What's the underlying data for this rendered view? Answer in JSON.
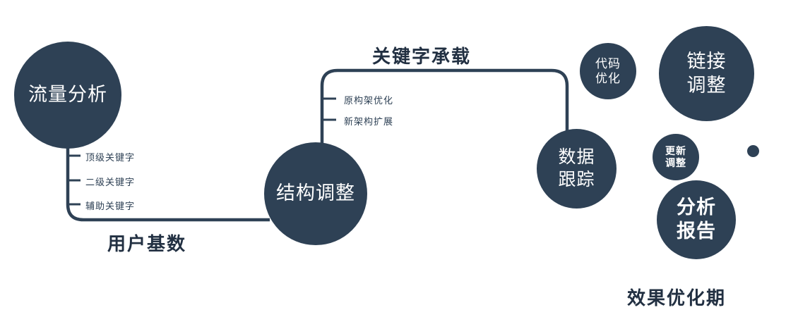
{
  "colors": {
    "node_fill": "#2e4155",
    "connector": "#2e4155",
    "node_text": "#ffffff",
    "label_text": "#223042"
  },
  "circles": {
    "traffic": {
      "label": "流量分析"
    },
    "structure": {
      "label": "结构调整"
    },
    "tracking": {
      "line1": "数据",
      "line2": "跟踪"
    },
    "code": {
      "line1": "代码",
      "line2": "优化"
    },
    "link": {
      "line1": "链接",
      "line2": "调整"
    },
    "update": {
      "line1": "更新",
      "line2": "调整"
    },
    "report": {
      "line1": "分析",
      "line2": "报告"
    }
  },
  "edge_labels": {
    "user_base": "用户基数",
    "keyword_carry": "关键字承载"
  },
  "branch_labels": {
    "traffic": [
      "顶级关键字",
      "二级关键字",
      "辅助关键字"
    ],
    "structure": [
      "原构架优化",
      "新架构扩展"
    ]
  },
  "footer_label": "效果优化期"
}
